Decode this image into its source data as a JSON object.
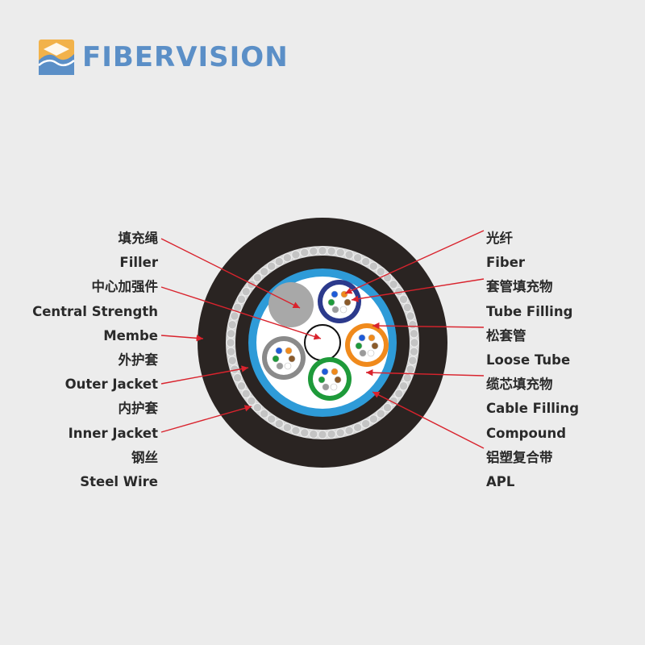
{
  "brand": {
    "name": "FIBERVISION"
  },
  "labels": {
    "left": [
      "填充绳",
      "Filler",
      "中心加强件",
      "Central Strength",
      "Membe",
      "外护套",
      "Outer Jacket",
      "内护套",
      "Inner Jacket",
      "钢丝",
      "Steel Wire"
    ],
    "right": [
      "光纤",
      "Fiber",
      "套管填充物",
      "Tube Filling",
      "松套管",
      "Loose Tube",
      "缆芯填充物",
      "Cable Filling",
      "Compound",
      "铝塑复合带",
      "APL"
    ]
  },
  "colors": {
    "outer_jacket": "#2a2422",
    "steel_wire": "#d8d8d8",
    "apl": "#2e9bd8",
    "core": "#ffffff",
    "filler": "#a8a8a8",
    "leader": "#d9232d",
    "tube_blue": "#2c3a8c",
    "tube_orange": "#f08a1c",
    "tube_green": "#1e9a3a",
    "tube_grey": "#8a8a8a"
  },
  "icons": [
    "fibervision-logo-icon"
  ]
}
